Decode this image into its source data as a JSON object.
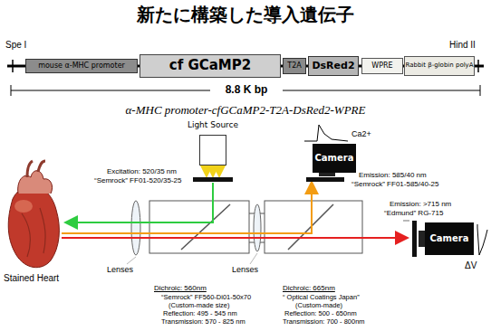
{
  "diagram": {
    "title": "新たに構築した導入遺伝子",
    "nodes": [
      {
        "text": [
          "mouse α-MHC promoter"
        ]
      },
      {
        "text": [
          "cf GCaMP2"
        ]
      },
      {
        "text": [
          "T2A"
        ]
      },
      {
        "text": [
          "DsRed2"
        ]
      },
      {
        "text": [
          "WPRE"
        ]
      },
      {
        "text": [
          "Rabbit β-globin polyA"
        ]
      },
      {
        "text": [
          "Light Source"
        ]
      },
      {
        "text": [
          "Camera"
        ]
      },
      {
        "text": [
          "Camera"
        ]
      }
    ],
    "labels": [
      "Spe I",
      "Hind II",
      "8.8 K bp",
      "α-MHC promoter-cfGCaMP2-T2A-DsRed2-WPRE",
      "Excitation: 520/35 nm",
      "“Semrock” FF01-520/35-25",
      "Ca2+",
      "Emission: 585/40 nm",
      "“Semrock” FF01-585/40-25",
      "Emission: >715 nm",
      "“Edmund” RG-715",
      "Stained Heart",
      "Lenses",
      "Lenses",
      "Dichroic: 560nm",
      "“Semrock” FF560-Di01-50x70",
      "(Custom-made size)",
      "Reflection: 495 - 545 nm",
      "Transmission: 570 - 825 nm",
      "Dichroic: 665nm",
      "“ Optical Coatings Japan”",
      "(Custom-made)",
      "Reflection: 500 - 650nm",
      "Transmission: 700 - 800nm",
      "ΔV"
    ]
  }
}
